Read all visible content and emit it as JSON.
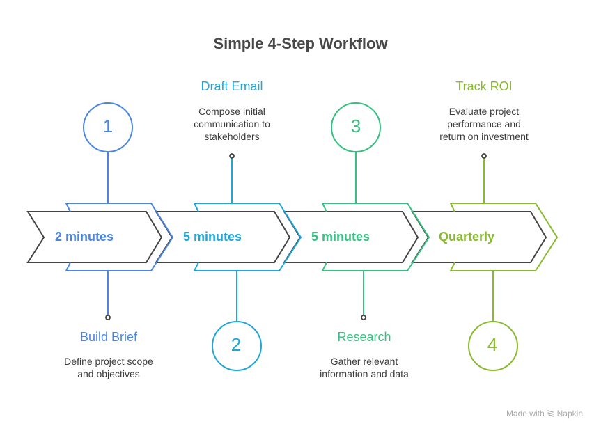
{
  "title": "Simple 4-Step Workflow",
  "colors": {
    "band": "#444444",
    "step1": "#4a86e0",
    "step2": "#1ea7d8",
    "step3": "#36c081",
    "step4": "#88ba2e",
    "text": "#3c3c3c",
    "title": "#484848"
  },
  "steps": [
    {
      "number": "1",
      "title": "Build Brief",
      "description_lines": [
        "Define project scope",
        "and objectives"
      ],
      "duration": "2 minutes",
      "label_position": "bottom",
      "badge_position": "top"
    },
    {
      "number": "2",
      "title": "Draft Email",
      "description_lines": [
        "Compose initial",
        "communication to",
        "stakeholders"
      ],
      "duration": "5 minutes",
      "label_position": "top",
      "badge_position": "bottom"
    },
    {
      "number": "3",
      "title": "Research",
      "description_lines": [
        "Gather relevant",
        "information and data"
      ],
      "duration": "5 minutes",
      "label_position": "bottom",
      "badge_position": "top"
    },
    {
      "number": "4",
      "title": "Track ROI",
      "description_lines": [
        "Evaluate project",
        "performance and",
        "return on investment"
      ],
      "duration": "Quarterly",
      "label_position": "top",
      "badge_position": "bottom"
    }
  ],
  "footer": {
    "text": "Made with",
    "brand": "Napkin",
    "logo_icon": "napkin-logo-icon"
  }
}
